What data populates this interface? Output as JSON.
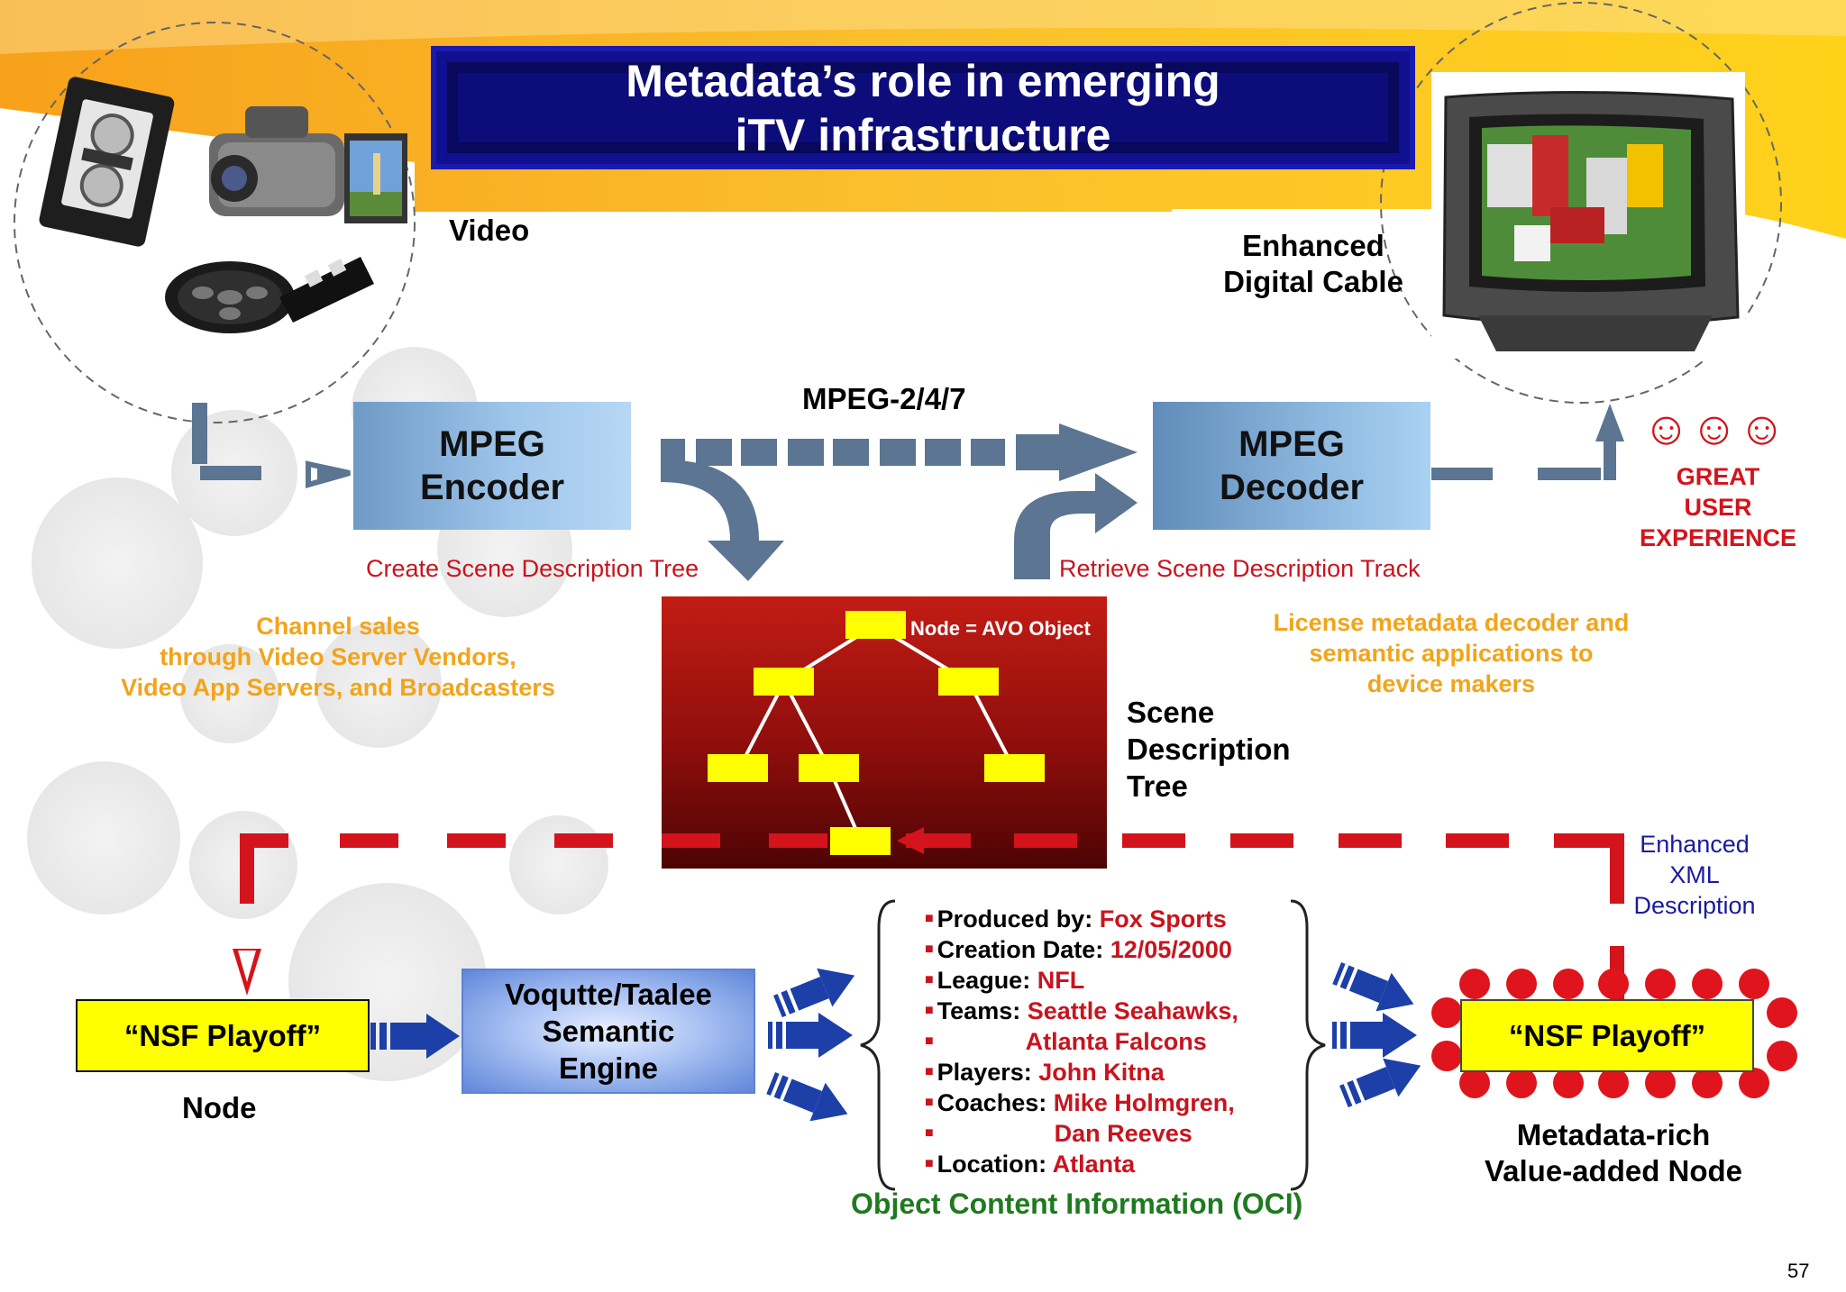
{
  "title": {
    "line1": "Metadata’s role in emerging",
    "line2": "iTV infrastructure"
  },
  "video": {
    "label": "Video"
  },
  "cable": {
    "line1": "Enhanced",
    "line2": "Digital Cable"
  },
  "mpeg_standard": "MPEG-2/4/7",
  "encoder": {
    "line1": "MPEG",
    "line2": "Encoder",
    "caption": "Create Scene Description Tree"
  },
  "decoder": {
    "line1": "MPEG",
    "line2": "Decoder",
    "caption": "Retrieve Scene Description Track"
  },
  "experience": {
    "smileys": "☺☺☺",
    "line1": "GREAT",
    "line2": "USER",
    "line3": "EXPERIENCE"
  },
  "channel_sales": {
    "line1": "Channel sales",
    "line2": "through Video Server Vendors,",
    "line3": "Video App Servers, and Broadcasters"
  },
  "license": {
    "line1": "License metadata decoder and",
    "line2": "semantic applications to",
    "line3": "device makers"
  },
  "tree": {
    "node_label": "Node = AVO Object",
    "caption1": "Scene",
    "caption2": "Description",
    "caption3": "Tree"
  },
  "xml": {
    "line1": "Enhanced",
    "line2": "XML",
    "line3": "Description"
  },
  "node": {
    "box_label": "“NSF Playoff”",
    "caption": "Node"
  },
  "engine": {
    "line1": "Voqutte/Taalee",
    "line2": "Semantic",
    "line3": "Engine"
  },
  "oci": {
    "items": [
      {
        "key": "Produced by: ",
        "value": "Fox Sports"
      },
      {
        "key": "Creation Date: ",
        "value": "12/05/2000"
      },
      {
        "key": "League: ",
        "value": "NFL"
      },
      {
        "key": "Teams: ",
        "value": "Seattle Seahawks,"
      },
      {
        "key": "",
        "value": "Atlanta Falcons"
      },
      {
        "key": "Players: ",
        "value": "John Kitna"
      },
      {
        "key": "Coaches: ",
        "value": "Mike Holmgren,"
      },
      {
        "key": "",
        "value": "Dan Reeves"
      },
      {
        "key": "Location: ",
        "value": "Atlanta"
      }
    ],
    "caption": "Object Content Information (OCI)"
  },
  "rich_node": {
    "box_label": "“NSF Playoff”",
    "caption1": "Metadata-rich",
    "caption2": "Value-added Node"
  },
  "page_number": "57",
  "colors": {
    "title_bg": "#0c0c7a",
    "accent_red": "#c8141e",
    "accent_orange": "#f2a41a",
    "arrow_blue": "#1d3fa8",
    "node_yellow": "#ffff00",
    "oci_green": "#1f7a1f"
  }
}
